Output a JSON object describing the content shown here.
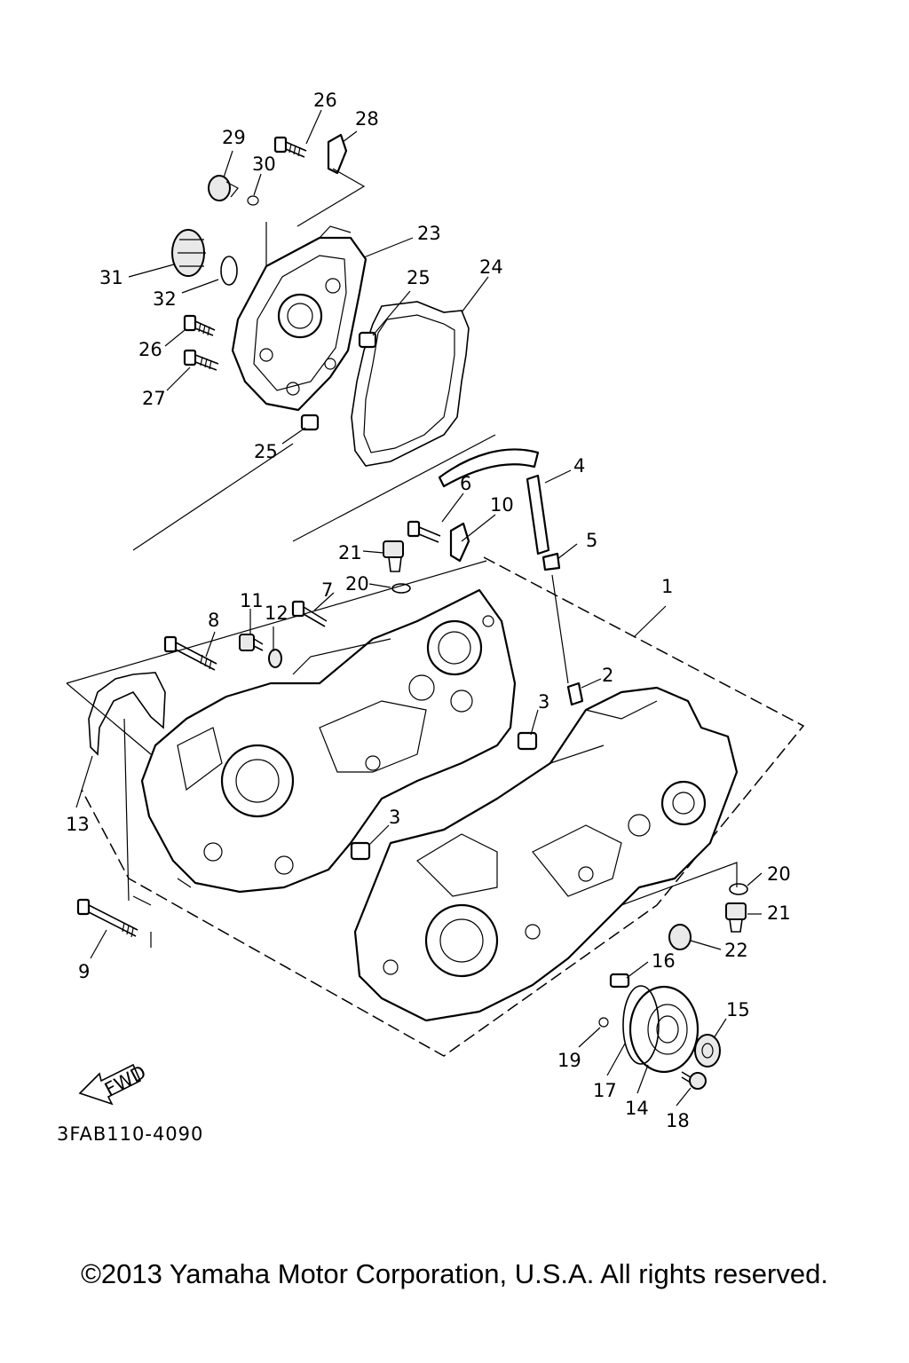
{
  "diagram": {
    "code": "3FAB110-4090",
    "fwd_label": "FWD",
    "callouts": {
      "c1": "1",
      "c2": "2",
      "c3a": "3",
      "c3b": "3",
      "c4": "4",
      "c5": "5",
      "c6": "6",
      "c7": "7",
      "c8": "8",
      "c9": "9",
      "c10": "10",
      "c11": "11",
      "c12": "12",
      "c13": "13",
      "c14": "14",
      "c15": "15",
      "c16": "16",
      "c17": "17",
      "c18": "18",
      "c19": "19",
      "c20a": "20",
      "c20b": "20",
      "c21a": "21",
      "c21b": "21",
      "c22": "22",
      "c23": "23",
      "c24": "24",
      "c25a": "25",
      "c25b": "25",
      "c26a": "26",
      "c26b": "26",
      "c27": "27",
      "c28": "28",
      "c29": "29",
      "c30": "30",
      "c31": "31",
      "c32": "32"
    }
  },
  "footer": {
    "copyright": "©2013 Yamaha Motor Corporation, U.S.A. All rights reserved."
  }
}
